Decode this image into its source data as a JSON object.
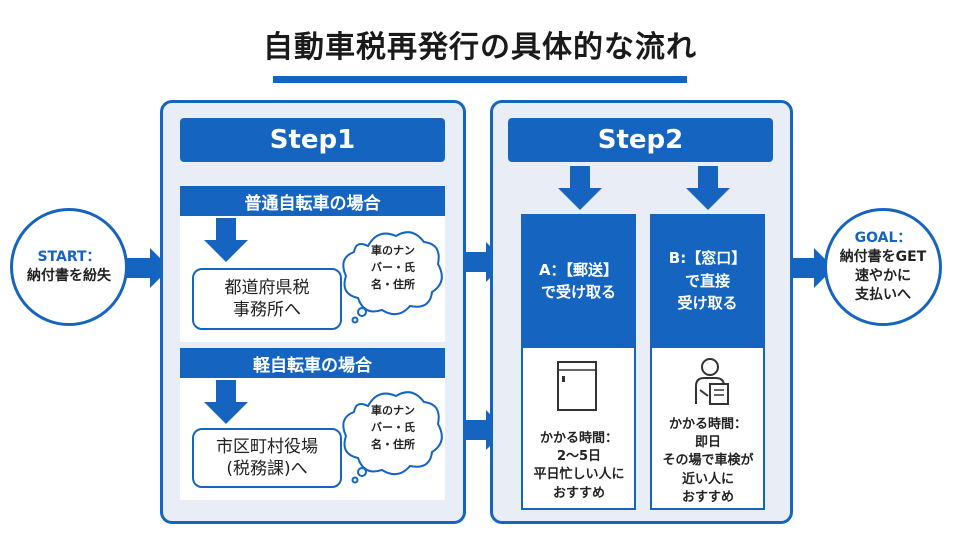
{
  "title": "自動車税再発行の具体的な流れ",
  "start": {
    "label": "START：",
    "text": "納付書を紛失"
  },
  "goal": {
    "label": "GOAL：",
    "lines": [
      "納付書をGET",
      "速やかに",
      "支払いへ"
    ]
  },
  "step1": {
    "header": "Step1",
    "sections": [
      {
        "title": "普通自転車の場合",
        "dest": [
          "都道府県税",
          "事務所へ"
        ],
        "note": [
          "車のナン",
          "バー・氏",
          "名・住所"
        ]
      },
      {
        "title": "軽自転車の場合",
        "dest": [
          "市区町村役場",
          "(税務課)へ"
        ],
        "note": [
          "車のナン",
          "バー・氏",
          "名・住所"
        ]
      }
    ]
  },
  "step2": {
    "header": "Step2",
    "options": [
      {
        "title": [
          "A：【郵送】",
          "で受け取る"
        ],
        "icon": "mailbox-icon",
        "details": [
          "かかる時間：",
          "2～5日",
          "平日忙しい人に",
          "おすすめ"
        ]
      },
      {
        "title": [
          "B:【窓口】",
          "で直接",
          "受け取る"
        ],
        "icon": "clerk-icon",
        "details": [
          "かかる時間：",
          "即日",
          "その場で車検が",
          "近い人に",
          "おすすめ"
        ]
      }
    ]
  },
  "colors": {
    "accent": "#1565c0",
    "panel_bg": "#e9eef6"
  }
}
